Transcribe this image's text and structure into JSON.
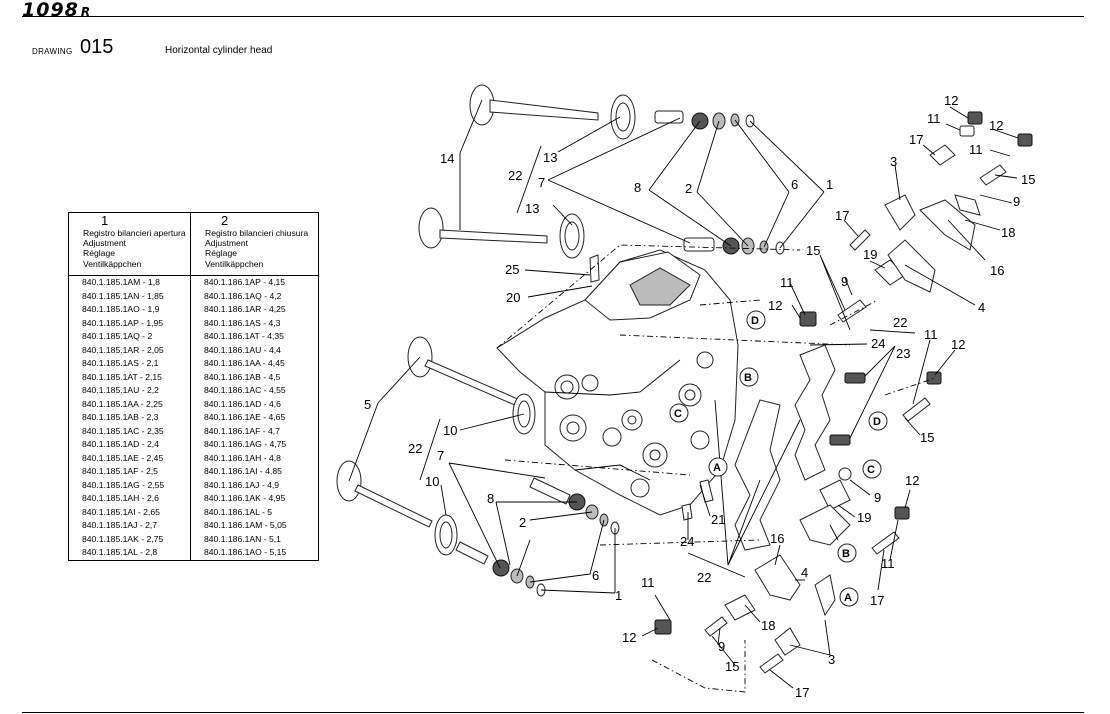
{
  "header": {
    "logo_text": "1098",
    "logo_suffix": "R",
    "drawing_label": "DRAWING",
    "drawing_number": "015",
    "title": "Horizontal cylinder head"
  },
  "table": {
    "col1_number": "1",
    "col2_number": "2",
    "col1_desc": [
      "Registro bilancieri apertura",
      "Adjustment",
      "Réglage",
      "Ventilkäppchen"
    ],
    "col2_desc": [
      "Registro bilancieri chiusura",
      "Adjustment",
      "Réglage",
      "Ventilkäppchen"
    ],
    "rows": [
      [
        "840.1.185.1AM - 1,8",
        "840.1.186.1AP - 4,15"
      ],
      [
        "840.1.185.1AN - 1,85",
        "840.1.186.1AQ - 4,2"
      ],
      [
        "840.1.185.1AO - 1,9",
        "840.1.186.1AR - 4,25"
      ],
      [
        "840.1.185.1AP - 1,95",
        "840.1.186.1AS - 4,3"
      ],
      [
        "840.1.185.1AQ - 2",
        "840.1.186.1AT - 4,35"
      ],
      [
        "840.1.185.1AR - 2,05",
        "840.1.186.1AU - 4,4"
      ],
      [
        "840.1.185.1AS - 2,1",
        "840.1.186.1AA - 4,45"
      ],
      [
        "840.1.185.1AT - 2,15",
        "840.1.186.1AB - 4,5"
      ],
      [
        "840.1.185.1AU - 2,2",
        "840.1.186.1AC - 4,55"
      ],
      [
        "840.1.185.1AA - 2,25",
        "840.1.186.1AD - 4,6"
      ],
      [
        "840.1.185.1AB - 2,3",
        "840.1.186.1AE - 4,65"
      ],
      [
        "840.1.185.1AC - 2,35",
        "840.1.186.1AF - 4,7"
      ],
      [
        "840.1.185.1AD - 2,4",
        "840.1.186.1AG - 4,75"
      ],
      [
        "840.1.185.1AE - 2,45",
        "840.1.186.1AH - 4,8"
      ],
      [
        "840.1.185.1AF - 2,5",
        "840.1.186.1AI - 4,85"
      ],
      [
        "840.1.185.1AG - 2,55",
        "840.1.186.1AJ - 4,9"
      ],
      [
        "840.1.185.1AH - 2,6",
        "840.1.186.1AK - 4,95"
      ],
      [
        "840.1.185.1AI - 2,65",
        "840.1.186.1AL - 5"
      ],
      [
        "840.1.185.1AJ - 2,7",
        "840.1.186.1AM - 5,05"
      ],
      [
        "840.1.185.1AK - 2,75",
        "840.1.186.1AN - 5,1"
      ],
      [
        "840.1.185.1AL - 2,8",
        "840.1.186.1AO - 5,15"
      ]
    ]
  },
  "callouts": {
    "n1": "1",
    "n2": "2",
    "n3": "3",
    "n4": "4",
    "n5": "5",
    "n6": "6",
    "n7": "7",
    "n8": "8",
    "n9": "9",
    "n10": "10",
    "n11": "11",
    "n12": "12",
    "n13": "13",
    "n14": "14",
    "n15": "15",
    "n16": "16",
    "n17": "17",
    "n18": "18",
    "n19": "19",
    "n20": "20",
    "n21": "21",
    "n22": "22",
    "n23": "23",
    "n24": "24",
    "n25": "25"
  },
  "refs": {
    "A": "A",
    "B": "B",
    "C": "C",
    "D": "D"
  }
}
